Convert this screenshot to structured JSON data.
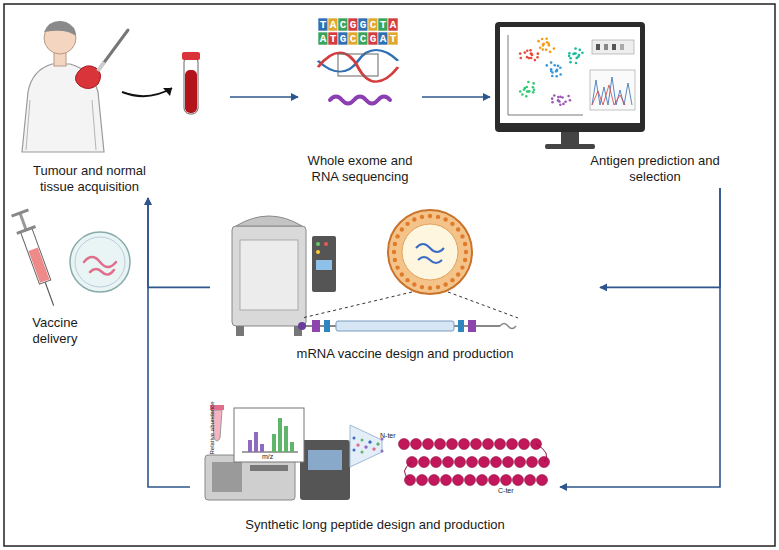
{
  "diagram": {
    "nodes": [
      {
        "text": [
          "Tumour and normal tissue acquisition"
        ]
      },
      {
        "text": [
          "Whole exome and RNA sequencing"
        ]
      },
      {
        "text": [
          "Antigen prediction and selection"
        ]
      },
      {
        "text": [
          "Vaccine delivery"
        ]
      },
      {
        "text": [
          "mRNA vaccine design and production"
        ]
      },
      {
        "text": [
          "Synthetic long peptide design and production"
        ]
      }
    ],
    "edges": [
      {
        "from": 0,
        "to": 1,
        "arrow": "to"
      },
      {
        "from": 1,
        "to": 2,
        "arrow": "to"
      },
      {
        "from": 2,
        "to": 4,
        "arrow": "to"
      },
      {
        "from": 2,
        "to": 5,
        "arrow": "to"
      },
      {
        "from": 4,
        "to": 0,
        "arrow": "to"
      },
      {
        "from": 5,
        "to": 0,
        "arrow": "to"
      }
    ],
    "labels": [
      "TACGGCTA",
      "ATGCCGAT",
      "m/z",
      "Relative abundance",
      "N-ter",
      "C-ter"
    ]
  }
}
